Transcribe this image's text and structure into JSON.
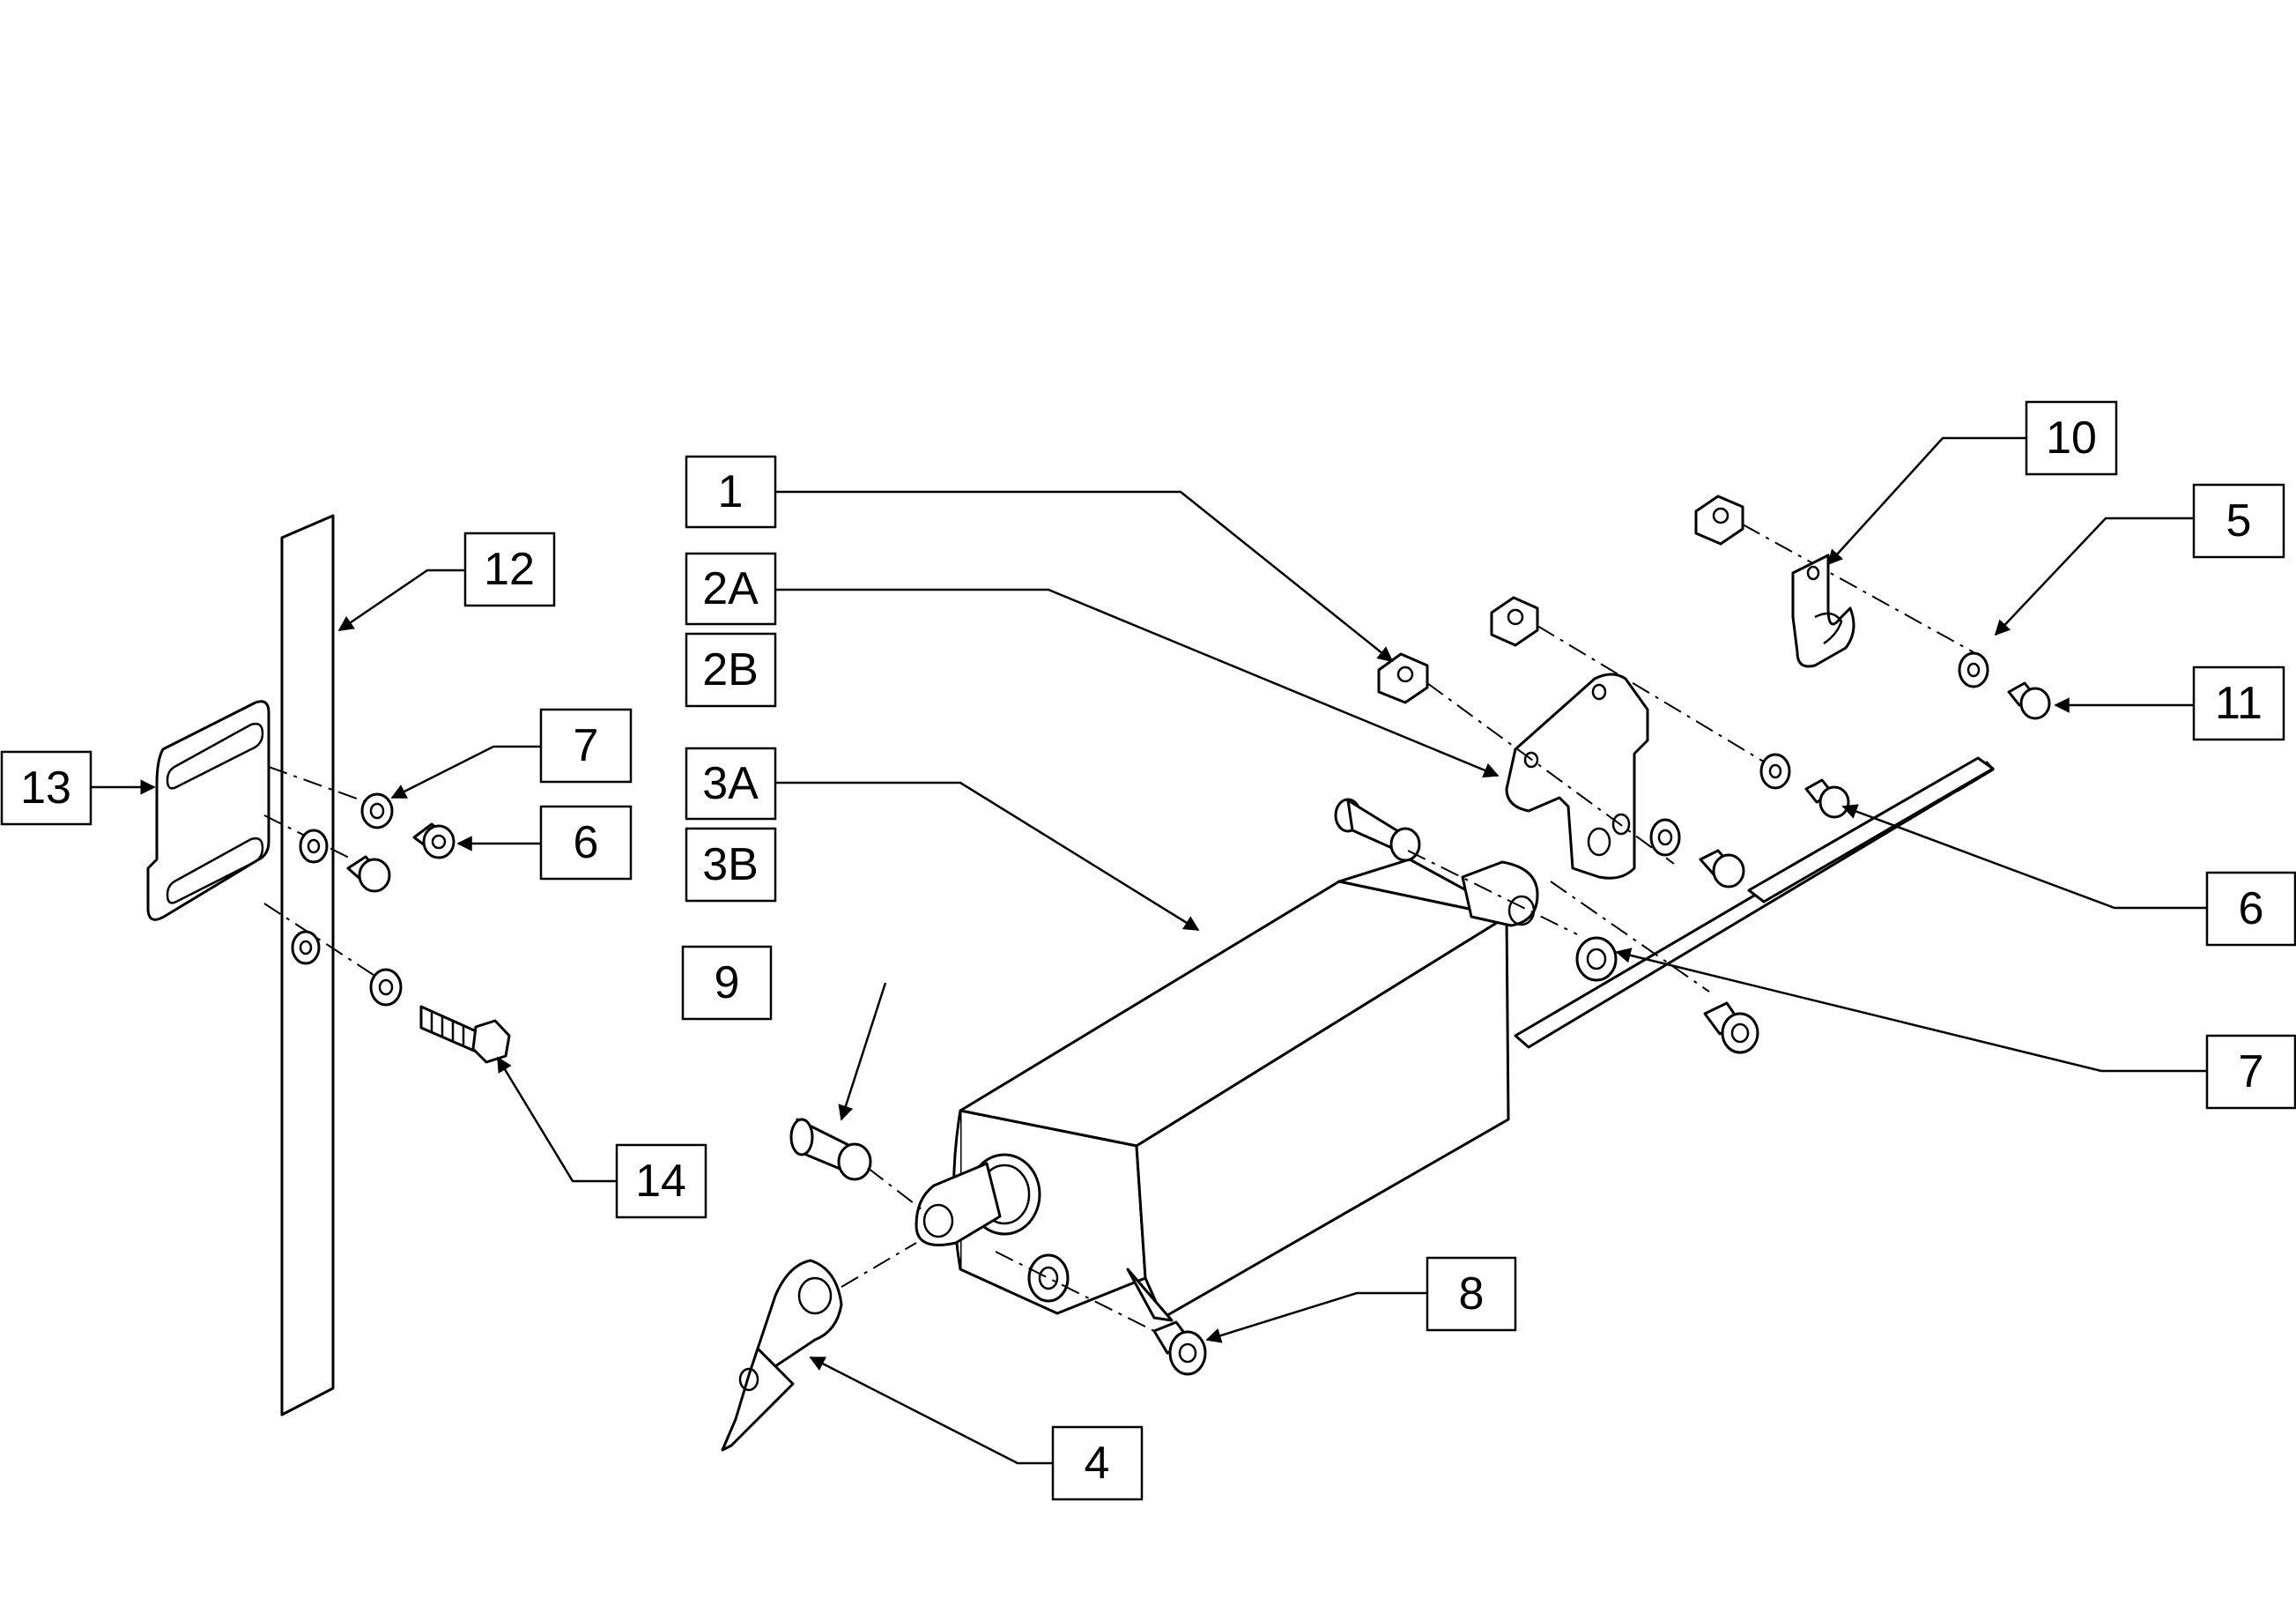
{
  "callouts": {
    "c1": "1",
    "c2a": "2A",
    "c2b": "2B",
    "c3a": "3A",
    "c3b": "3B",
    "c4": "4",
    "c5": "5",
    "c6_left": "6",
    "c6_right": "6",
    "c7_left": "7",
    "c7_right": "7",
    "c8": "8",
    "c9": "9",
    "c10": "10",
    "c11": "11",
    "c12": "12",
    "c13": "13",
    "c14": "14"
  }
}
